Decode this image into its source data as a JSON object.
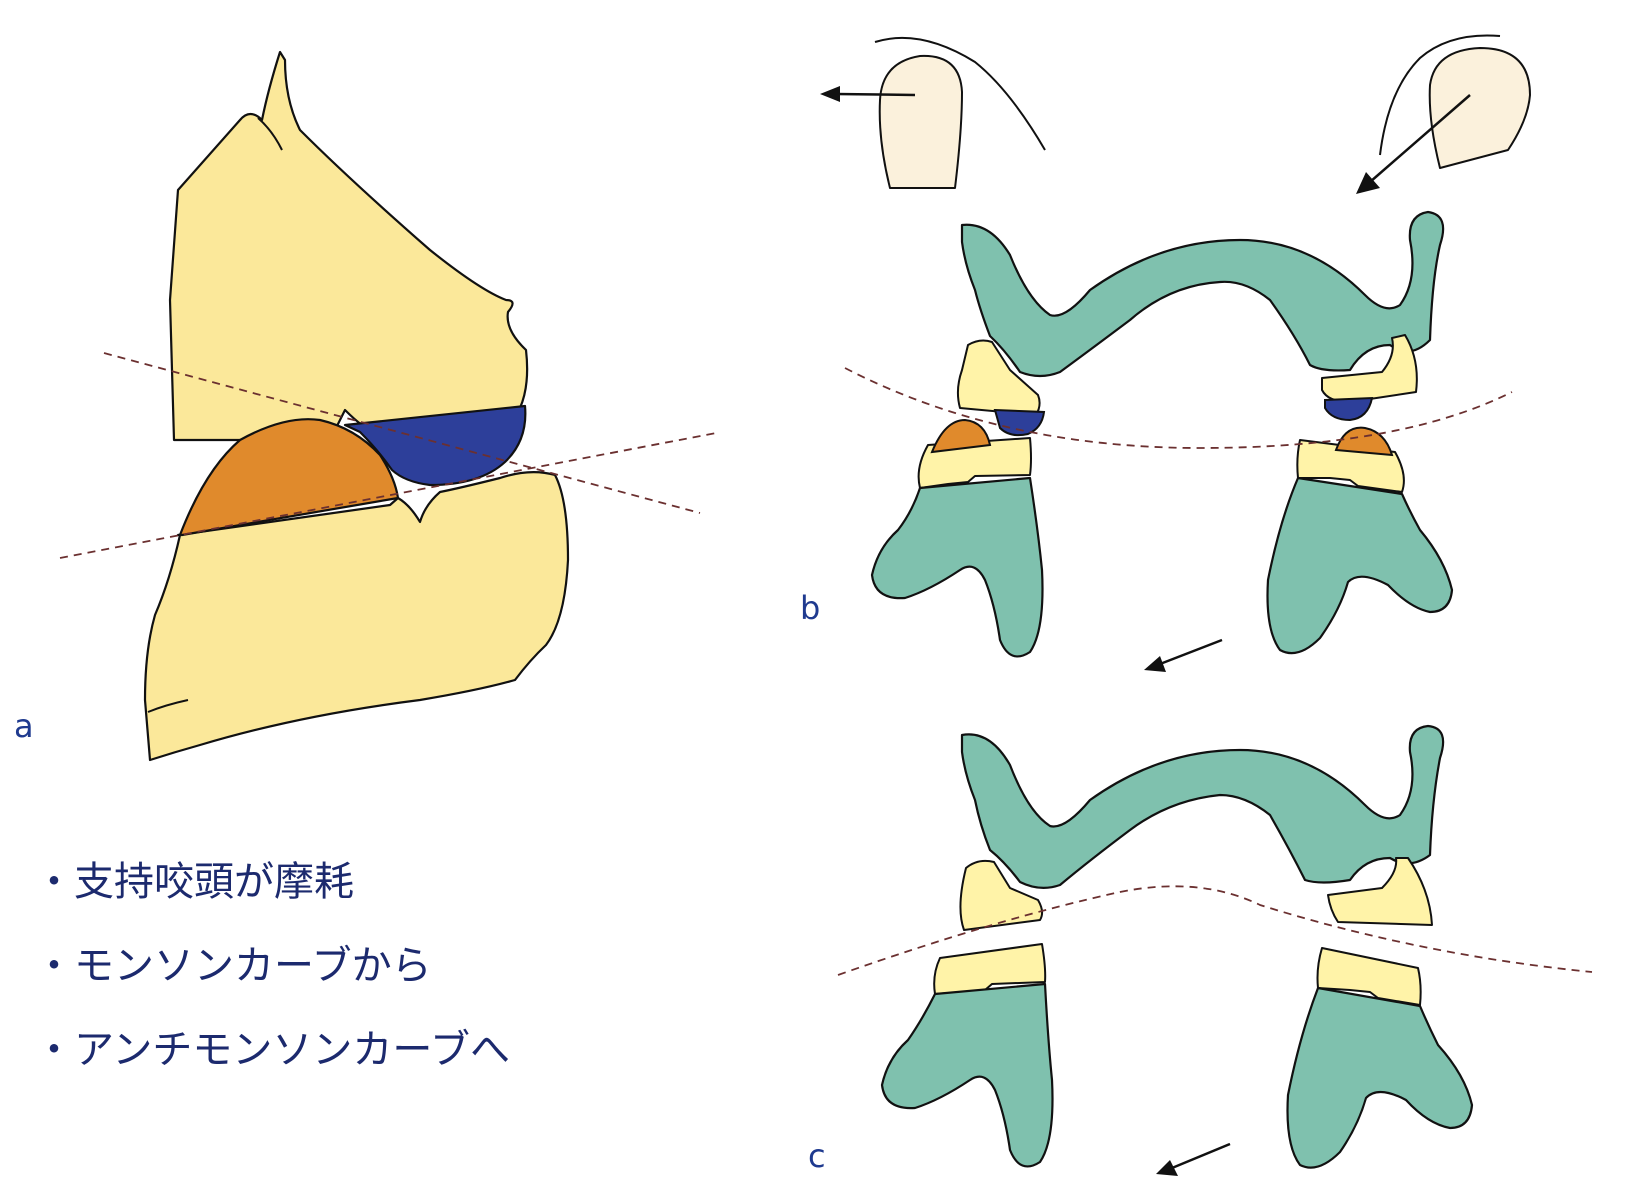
{
  "panels": {
    "a": "a",
    "b": "b",
    "c": "c"
  },
  "bullets": [
    "支持咬頭が摩耗",
    "モンソンカーブから",
    "アンチモンソンカーブへ"
  ],
  "bullet_marker": "・",
  "colors": {
    "tooth_yellow": "#fbe89a",
    "tooth_cusp_light": "#fff3a8",
    "bone_green": "#7fc1ae",
    "wear_blue": "#2d3f9a",
    "wear_orange": "#e08a2c",
    "condyle": "#fbf1dc",
    "text_blue": "#1c2a6e",
    "curve": "#6b3030"
  }
}
